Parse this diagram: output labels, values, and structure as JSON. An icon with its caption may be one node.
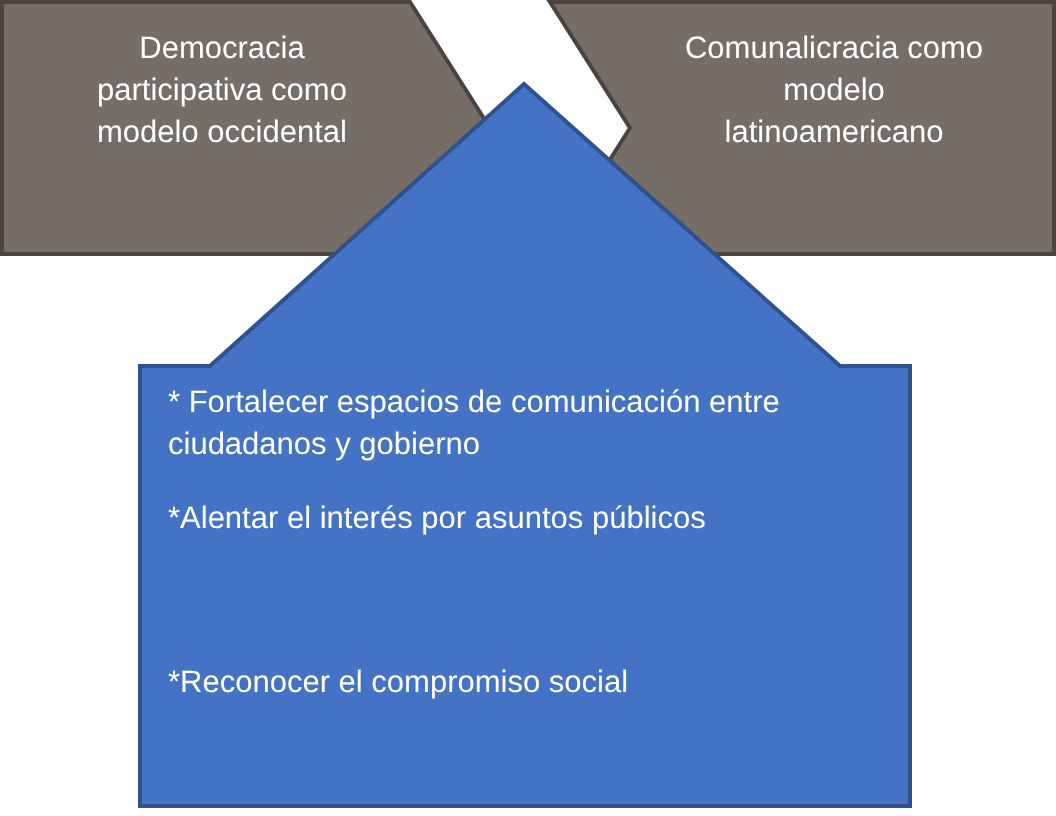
{
  "diagram": {
    "nodes": [
      {
        "text": [
          "Democracia participativa como modelo occidental"
        ]
      },
      {
        "text": [
          "Comunalicracia como modelo latinoamericano"
        ]
      },
      {
        "text": [
          "* Fortalecer espacios de comunicación entre ciudadanos y gobierno",
          "*Alentar el interés por asuntos públicos",
          "*Reconocer el compromiso social"
        ]
      }
    ]
  }
}
